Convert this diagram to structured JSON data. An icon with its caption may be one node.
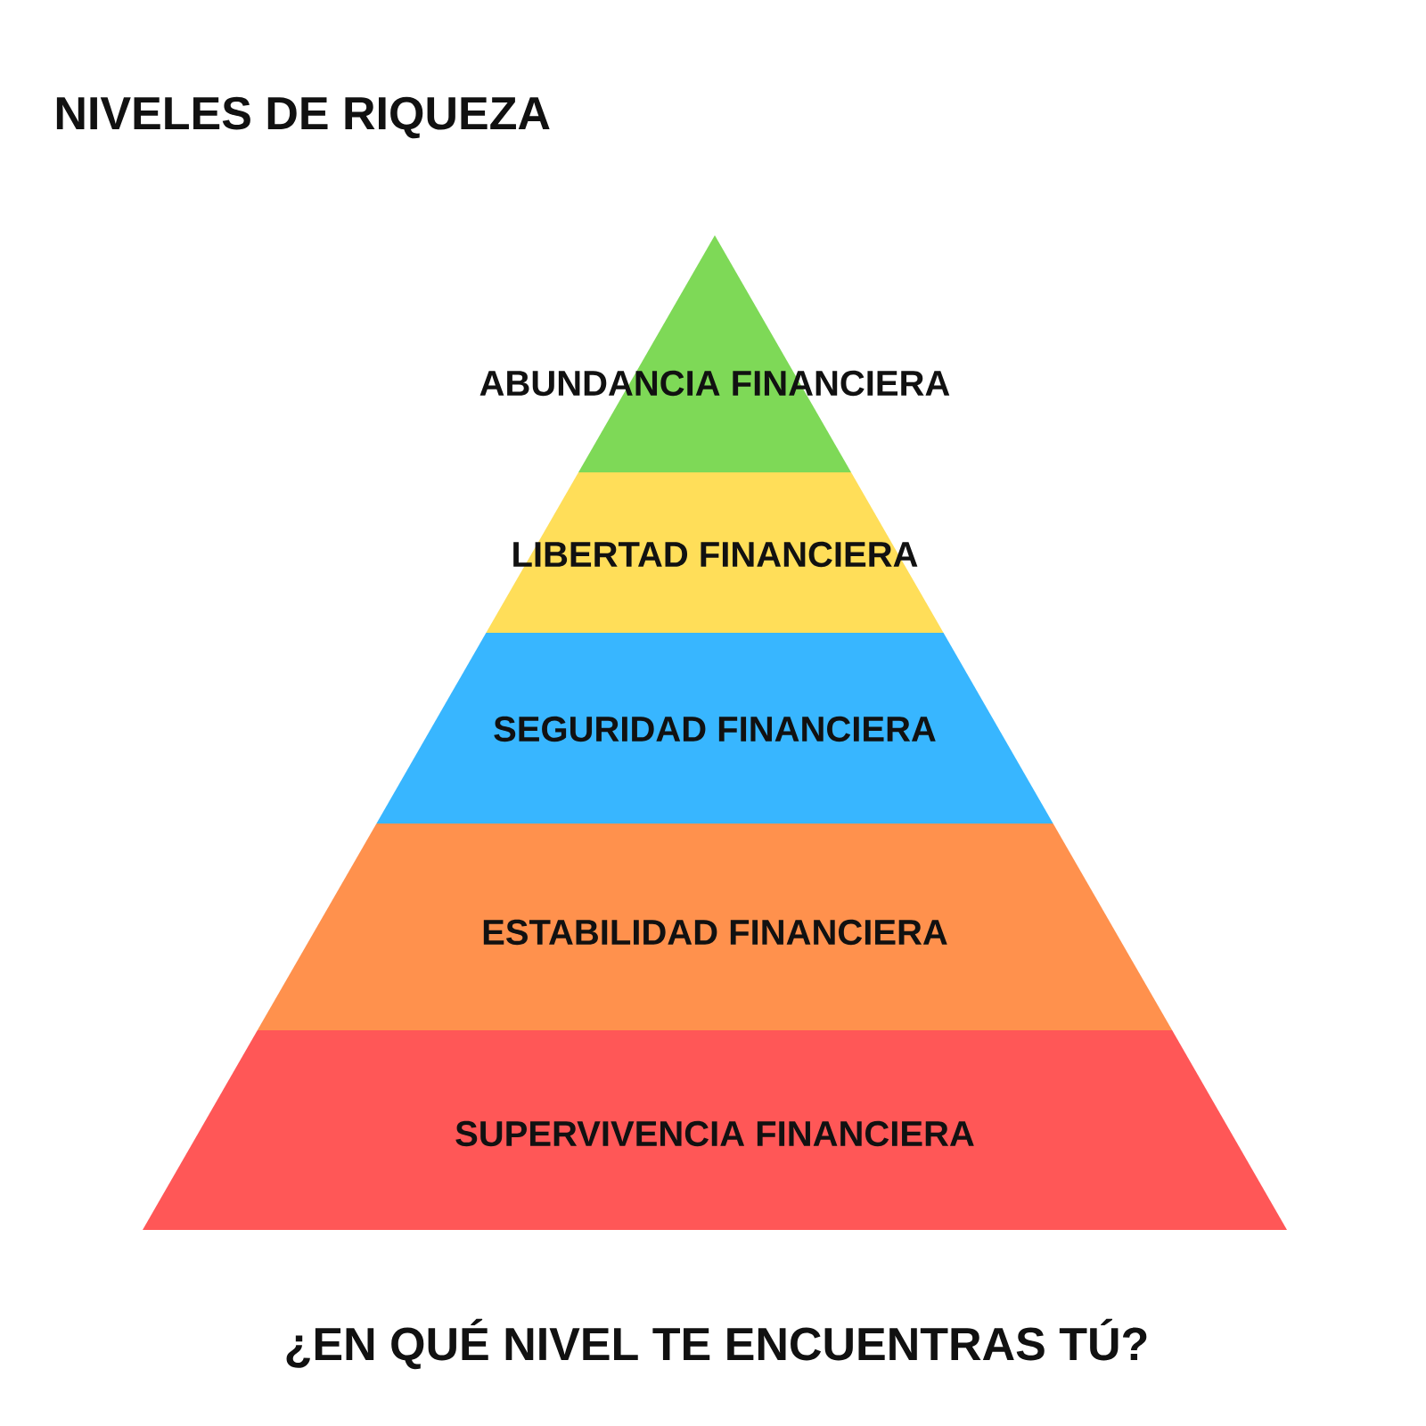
{
  "diagram": {
    "title": "NIVELES DE RIQUEZA",
    "caption": "¿EN QUÉ NIVEL TE ENCUENTRAS TÚ?",
    "nodes": [
      {
        "text": [
          "ABUNDANCIA FINANCIERA"
        ]
      },
      {
        "text": [
          "LIBERTAD FINANCIERA"
        ]
      },
      {
        "text": [
          "SEGURIDAD FINANCIERA"
        ]
      },
      {
        "text": [
          "ESTABILIDAD FINANCIERA"
        ]
      },
      {
        "text": [
          "SUPERVIVENCIA FINANCIERA"
        ]
      }
    ]
  }
}
